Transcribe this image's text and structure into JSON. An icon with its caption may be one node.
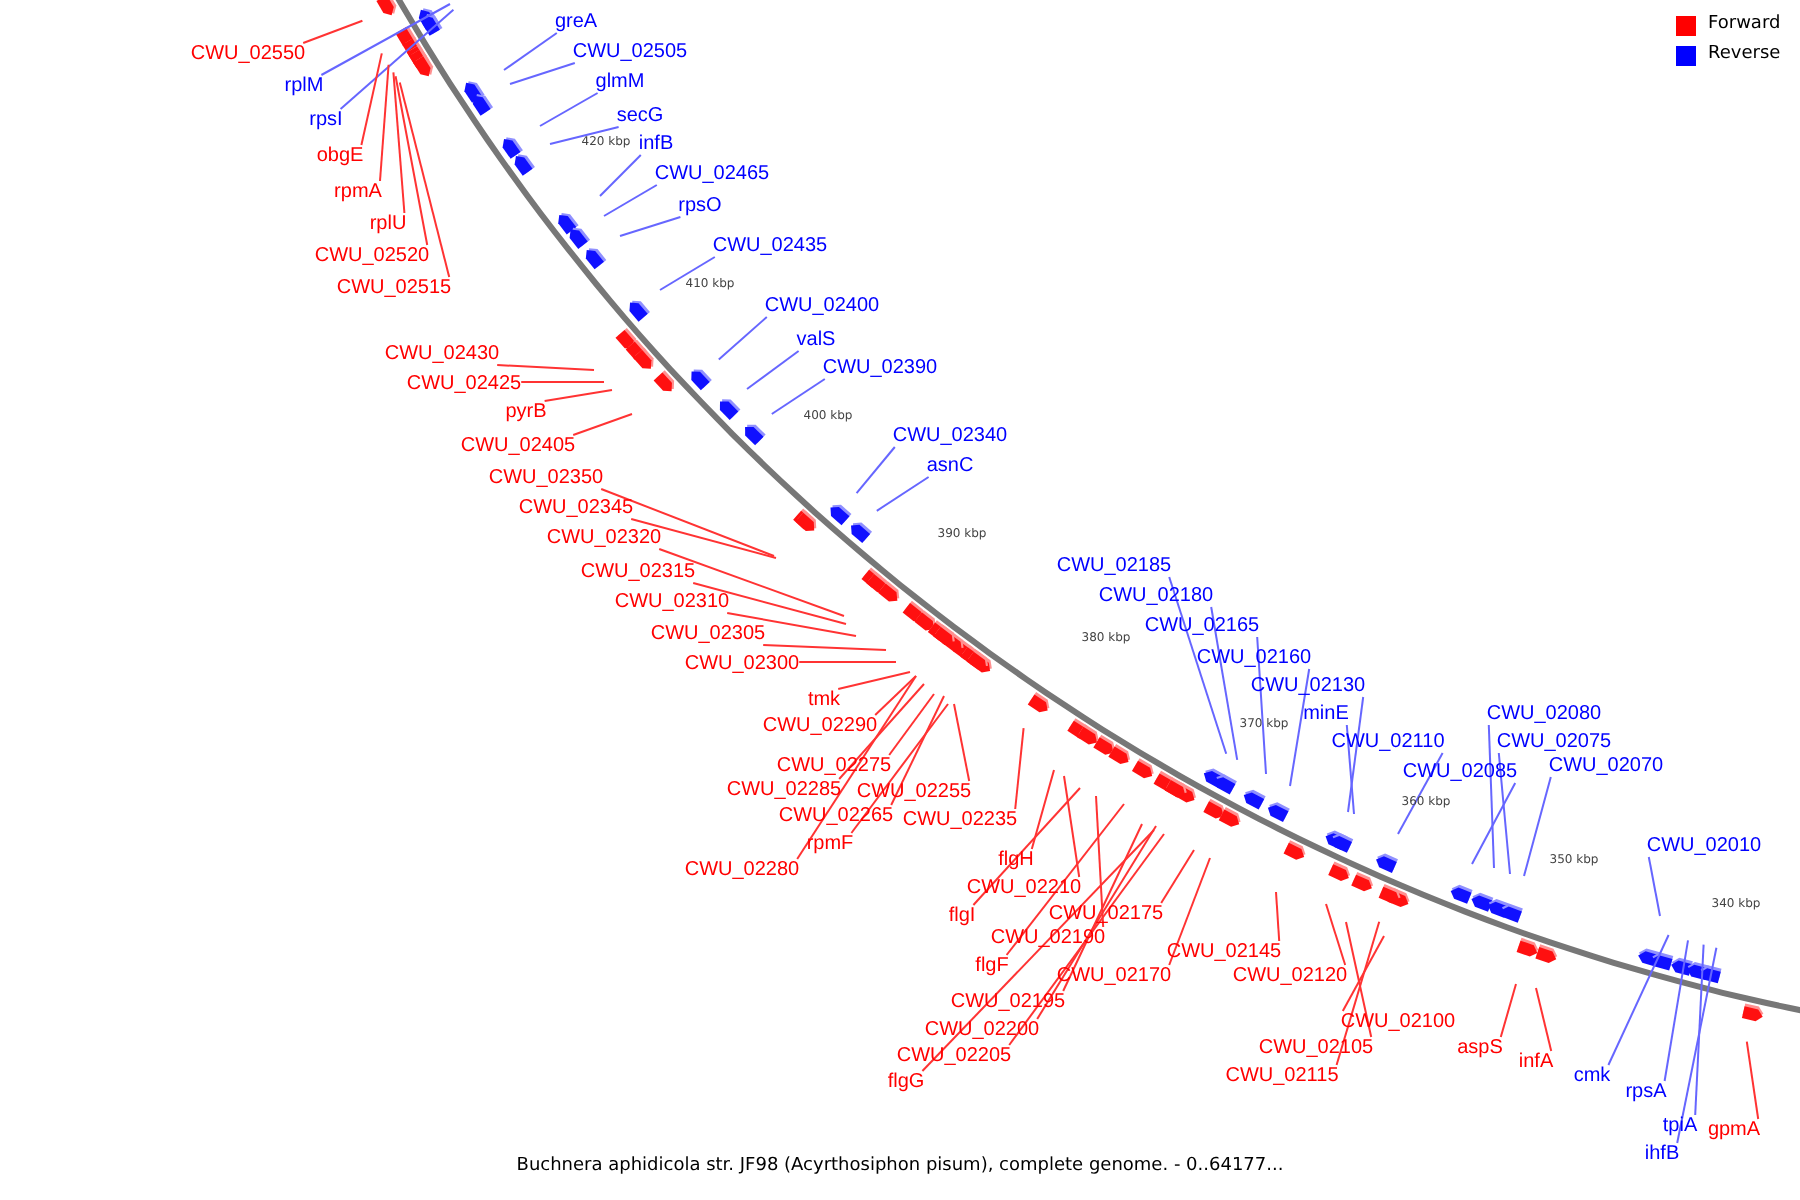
{
  "diagram": {
    "caption": "Buchnera aphidicola str. JF98 (Acyrthosiphon pisum), complete genome. - 0..64177...",
    "nodes": [
      {
        "text": [
          "CWU_02550"
        ]
      },
      {
        "text": [
          "rplM"
        ]
      },
      {
        "text": [
          "rpsI"
        ]
      },
      {
        "text": [
          "obgE"
        ]
      },
      {
        "text": [
          "rpmA"
        ]
      },
      {
        "text": [
          "rplU"
        ]
      },
      {
        "text": [
          "CWU_02520"
        ]
      },
      {
        "text": [
          "CWU_02515"
        ]
      },
      {
        "text": [
          "greA"
        ]
      },
      {
        "text": [
          "CWU_02505"
        ]
      },
      {
        "text": [
          "glmM"
        ]
      },
      {
        "text": [
          "secG"
        ]
      },
      {
        "text": [
          "infB"
        ]
      },
      {
        "text": [
          "CWU_02465"
        ]
      },
      {
        "text": [
          "rpsO"
        ]
      },
      {
        "text": [
          "CWU_02435"
        ]
      },
      {
        "text": [
          "CWU_02400"
        ]
      },
      {
        "text": [
          "valS"
        ]
      },
      {
        "text": [
          "CWU_02390"
        ]
      },
      {
        "text": [
          "CWU_02430"
        ]
      },
      {
        "text": [
          "CWU_02425"
        ]
      },
      {
        "text": [
          "pyrB"
        ]
      },
      {
        "text": [
          "CWU_02405"
        ]
      },
      {
        "text": [
          "CWU_02350"
        ]
      },
      {
        "text": [
          "CWU_02345"
        ]
      },
      {
        "text": [
          "CWU_02320"
        ]
      },
      {
        "text": [
          "CWU_02315"
        ]
      },
      {
        "text": [
          "CWU_02310"
        ]
      },
      {
        "text": [
          "CWU_02305"
        ]
      },
      {
        "text": [
          "CWU_02300"
        ]
      },
      {
        "text": [
          "CWU_02340"
        ]
      },
      {
        "text": [
          "asnC"
        ]
      },
      {
        "text": [
          "tmk"
        ]
      },
      {
        "text": [
          "CWU_02290"
        ]
      },
      {
        "text": [
          "CWU_02275"
        ]
      },
      {
        "text": [
          "CWU_02285"
        ]
      },
      {
        "text": [
          "CWU_02255"
        ]
      },
      {
        "text": [
          "CWU_02265"
        ]
      },
      {
        "text": [
          "CWU_02235"
        ]
      },
      {
        "text": [
          "rpmF"
        ]
      },
      {
        "text": [
          "CWU_02280"
        ]
      },
      {
        "text": [
          "flgH"
        ]
      },
      {
        "text": [
          "CWU_02210"
        ]
      },
      {
        "text": [
          "flgI"
        ]
      },
      {
        "text": [
          "CWU_02175"
        ]
      },
      {
        "text": [
          "CWU_02190"
        ]
      },
      {
        "text": [
          "flgF"
        ]
      },
      {
        "text": [
          "CWU_02170"
        ]
      },
      {
        "text": [
          "CWU_02195"
        ]
      },
      {
        "text": [
          "CWU_02200"
        ]
      },
      {
        "text": [
          "CWU_02205"
        ]
      },
      {
        "text": [
          "flgG"
        ]
      },
      {
        "text": [
          "CWU_02145"
        ]
      },
      {
        "text": [
          "CWU_02120"
        ]
      },
      {
        "text": [
          "CWU_02100"
        ]
      },
      {
        "text": [
          "CWU_02105"
        ]
      },
      {
        "text": [
          "CWU_02115"
        ]
      },
      {
        "text": [
          "aspS"
        ]
      },
      {
        "text": [
          "infA"
        ]
      },
      {
        "text": [
          "gpmA"
        ]
      },
      {
        "text": [
          "CWU_02185"
        ]
      },
      {
        "text": [
          "CWU_02180"
        ]
      },
      {
        "text": [
          "CWU_02165"
        ]
      },
      {
        "text": [
          "CWU_02160"
        ]
      },
      {
        "text": [
          "CWU_02130"
        ]
      },
      {
        "text": [
          "minE"
        ]
      },
      {
        "text": [
          "CWU_02110"
        ]
      },
      {
        "text": [
          "CWU_02085"
        ]
      },
      {
        "text": [
          "CWU_02080"
        ]
      },
      {
        "text": [
          "CWU_02075"
        ]
      },
      {
        "text": [
          "CWU_02070"
        ]
      },
      {
        "text": [
          "CWU_02010"
        ]
      },
      {
        "text": [
          "cmk"
        ]
      },
      {
        "text": [
          "rpsA"
        ]
      },
      {
        "text": [
          "tpiA"
        ]
      },
      {
        "text": [
          "ihfB"
        ]
      }
    ],
    "edges": [
      {
        "from": 0,
        "to": null,
        "arrow": "none"
      },
      {
        "from": 1,
        "to": null,
        "arrow": "none",
        "color": "#6666ff"
      },
      {
        "from": 2,
        "to": null,
        "arrow": "none",
        "color": "#6666ff"
      },
      {
        "from": 3,
        "to": null,
        "arrow": "none"
      },
      {
        "from": 4,
        "to": null,
        "arrow": "none"
      },
      {
        "from": 5,
        "to": null,
        "arrow": "none"
      },
      {
        "from": 6,
        "to": null,
        "arrow": "none"
      },
      {
        "from": 7,
        "to": null,
        "arrow": "none"
      },
      {
        "from": 8,
        "to": null,
        "arrow": "none",
        "color": "#6666ff"
      },
      {
        "from": 9,
        "to": null,
        "arrow": "none",
        "color": "#6666ff"
      },
      {
        "from": 10,
        "to": null,
        "arrow": "none",
        "color": "#6666ff"
      },
      {
        "from": 11,
        "to": null,
        "arrow": "none",
        "color": "#6666ff"
      },
      {
        "from": 12,
        "to": null,
        "arrow": "none",
        "color": "#6666ff"
      },
      {
        "from": 13,
        "to": null,
        "arrow": "none",
        "color": "#6666ff"
      },
      {
        "from": 14,
        "to": null,
        "arrow": "none",
        "color": "#6666ff"
      },
      {
        "from": 15,
        "to": null,
        "arrow": "none",
        "color": "#6666ff"
      },
      {
        "from": 16,
        "to": null,
        "arrow": "none",
        "color": "#6666ff"
      },
      {
        "from": 17,
        "to": null,
        "arrow": "none",
        "color": "#6666ff"
      },
      {
        "from": 18,
        "to": null,
        "arrow": "none",
        "color": "#6666ff"
      },
      {
        "from": 19,
        "to": null,
        "arrow": "none"
      },
      {
        "from": 20,
        "to": null,
        "arrow": "none"
      },
      {
        "from": 21,
        "to": null,
        "arrow": "none"
      },
      {
        "from": 22,
        "to": null,
        "arrow": "none"
      },
      {
        "from": 23,
        "to": null,
        "arrow": "none"
      },
      {
        "from": 24,
        "to": null,
        "arrow": "none"
      },
      {
        "from": 25,
        "to": null,
        "arrow": "none"
      },
      {
        "from": 26,
        "to": null,
        "arrow": "none"
      },
      {
        "from": 27,
        "to": null,
        "arrow": "none"
      },
      {
        "from": 28,
        "to": null,
        "arrow": "none"
      },
      {
        "from": 29,
        "to": null,
        "arrow": "none"
      },
      {
        "from": 30,
        "to": null,
        "arrow": "none",
        "color": "#6666ff"
      },
      {
        "from": 31,
        "to": null,
        "arrow": "none",
        "color": "#6666ff"
      },
      {
        "from": 32,
        "to": null,
        "arrow": "none"
      },
      {
        "from": 33,
        "to": null,
        "arrow": "none"
      },
      {
        "from": 34,
        "to": null,
        "arrow": "none"
      },
      {
        "from": 35,
        "to": null,
        "arrow": "none"
      },
      {
        "from": 36,
        "to": null,
        "arrow": "none"
      },
      {
        "from": 37,
        "to": null,
        "arrow": "none"
      },
      {
        "from": 38,
        "to": null,
        "arrow": "none"
      },
      {
        "from": 39,
        "to": null,
        "arrow": "none"
      },
      {
        "from": 40,
        "to": null,
        "arrow": "none"
      },
      {
        "from": 41,
        "to": null,
        "arrow": "none"
      },
      {
        "from": 42,
        "to": null,
        "arrow": "none"
      },
      {
        "from": 43,
        "to": null,
        "arrow": "none"
      },
      {
        "from": 44,
        "to": null,
        "arrow": "none"
      },
      {
        "from": 45,
        "to": null,
        "arrow": "none"
      },
      {
        "from": 46,
        "to": null,
        "arrow": "none"
      },
      {
        "from": 47,
        "to": null,
        "arrow": "none"
      },
      {
        "from": 48,
        "to": null,
        "arrow": "none"
      },
      {
        "from": 49,
        "to": null,
        "arrow": "none"
      },
      {
        "from": 50,
        "to": null,
        "arrow": "none"
      },
      {
        "from": 51,
        "to": null,
        "arrow": "none"
      },
      {
        "from": 52,
        "to": null,
        "arrow": "none"
      },
      {
        "from": 53,
        "to": null,
        "arrow": "none"
      },
      {
        "from": 54,
        "to": null,
        "arrow": "none"
      },
      {
        "from": 55,
        "to": null,
        "arrow": "none"
      },
      {
        "from": 56,
        "to": null,
        "arrow": "none"
      },
      {
        "from": 57,
        "to": null,
        "arrow": "none"
      },
      {
        "from": 58,
        "to": null,
        "arrow": "none"
      },
      {
        "from": 59,
        "to": null,
        "arrow": "none"
      },
      {
        "from": 60,
        "to": null,
        "arrow": "none",
        "color": "#6666ff"
      },
      {
        "from": 61,
        "to": null,
        "arrow": "none",
        "color": "#6666ff"
      },
      {
        "from": 62,
        "to": null,
        "arrow": "none",
        "color": "#6666ff"
      },
      {
        "from": 63,
        "to": null,
        "arrow": "none",
        "color": "#6666ff"
      },
      {
        "from": 64,
        "to": null,
        "arrow": "none",
        "color": "#6666ff"
      },
      {
        "from": 65,
        "to": null,
        "arrow": "none",
        "color": "#6666ff"
      },
      {
        "from": 66,
        "to": null,
        "arrow": "none",
        "color": "#6666ff"
      },
      {
        "from": 67,
        "to": null,
        "arrow": "none",
        "color": "#6666ff"
      },
      {
        "from": 68,
        "to": null,
        "arrow": "none",
        "color": "#6666ff"
      },
      {
        "from": 69,
        "to": null,
        "arrow": "none",
        "color": "#6666ff"
      },
      {
        "from": 70,
        "to": null,
        "arrow": "none",
        "color": "#6666ff"
      },
      {
        "from": 71,
        "to": null,
        "arrow": "none",
        "color": "#6666ff"
      },
      {
        "from": 72,
        "to": null,
        "arrow": "none",
        "color": "#6666ff"
      },
      {
        "from": 73,
        "to": null,
        "arrow": "none",
        "color": "#6666ff"
      },
      {
        "from": 74,
        "to": null,
        "arrow": "none",
        "color": "#6666ff"
      },
      {
        "from": 75,
        "to": null,
        "arrow": "none",
        "color": "#6666ff"
      }
    ],
    "labels": [
      "420 kbp",
      "410 kbp",
      "400 kbp",
      "390 kbp",
      "380 kbp",
      "370 kbp",
      "360 kbp",
      "350 kbp",
      "340 kbp"
    ],
    "legend": [
      {
        "text": "Forward",
        "color": "#ff0000"
      },
      {
        "text": "Reverse",
        "color": "#0000ff"
      }
    ]
  }
}
